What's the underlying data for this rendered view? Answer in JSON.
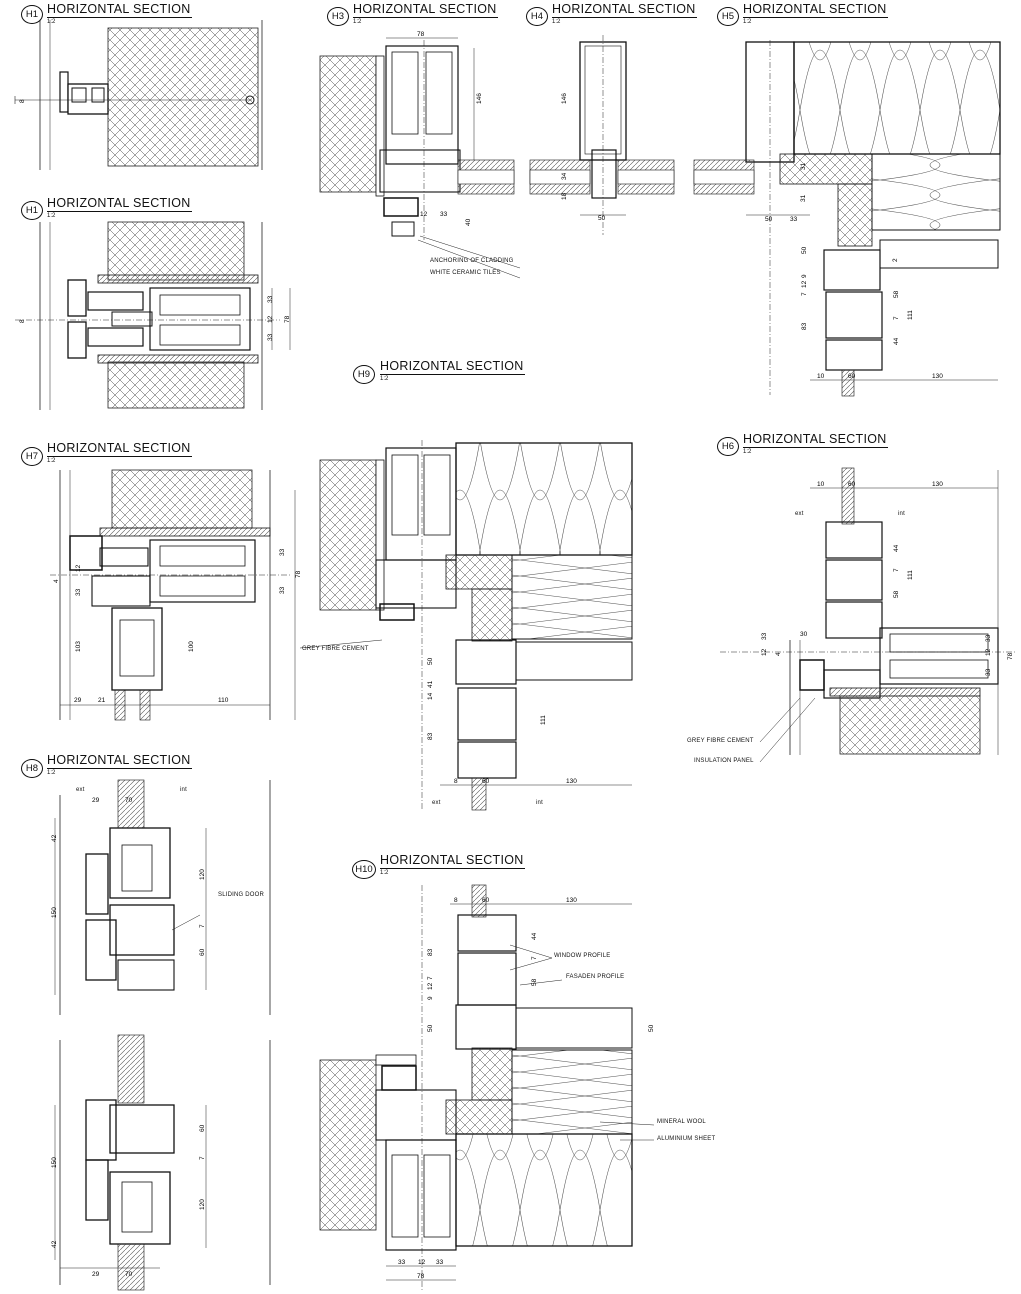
{
  "sections": [
    {
      "key": "h1a",
      "id": "H1",
      "title": "HORIZONTAL SECTION",
      "scale": "1:2"
    },
    {
      "key": "h1b",
      "id": "H1",
      "title": "HORIZONTAL SECTION",
      "scale": "1:2"
    },
    {
      "key": "h3",
      "id": "H3",
      "title": "HORIZONTAL SECTION",
      "scale": "1:2"
    },
    {
      "key": "h4",
      "id": "H4",
      "title": "HORIZONTAL SECTION",
      "scale": "1:2"
    },
    {
      "key": "h5",
      "id": "H5",
      "title": "HORIZONTAL SECTION",
      "scale": "1:2"
    },
    {
      "key": "h9",
      "id": "H9",
      "title": "HORIZONTAL SECTION",
      "scale": "1:2"
    },
    {
      "key": "h7",
      "id": "H7",
      "title": "HORIZONTAL SECTION",
      "scale": "1:2"
    },
    {
      "key": "h6",
      "id": "H6",
      "title": "HORIZONTAL SECTION",
      "scale": "1:2"
    },
    {
      "key": "h8",
      "id": "H8",
      "title": "HORIZONTAL SECTION",
      "scale": "1:2"
    },
    {
      "key": "h10",
      "id": "H10",
      "title": "HORIZONTAL SECTION",
      "scale": "1:2"
    }
  ],
  "notes": {
    "anchoring": "ANCHORING OF CLADDING",
    "tiles": "WHITE CERAMIC TILES",
    "grey_h9": "GREY FIBRE CEMENT",
    "grey_h6": "GREY FIBRE CEMENT",
    "insulation": "INSULATION PANEL",
    "sliding": "SLIDING DOOR",
    "window_profile": "WINDOW PROFILE",
    "fasaden_profile": "FASADEN PROFILE",
    "mineral_wool": "MINERAL WOOL",
    "aluminium_sheet": "ALUMINIUM SHEET",
    "ext_h9": "ext",
    "int_h9": "int",
    "ext_h6": "ext",
    "int_h6": "int",
    "ext_h8": "ext",
    "int_h8": "int"
  },
  "dims": {
    "h1_8": "8",
    "h1b_33a": "33",
    "h1b_12": "12",
    "h1b_33b": "33",
    "h1b_78": "78",
    "h1b_8": "8",
    "h3_78": "78",
    "h3_146": "146",
    "h3_12": "12",
    "h3_33": "33",
    "h3_40": "40",
    "h4_146": "146",
    "h4_34": "34",
    "h4_18": "18",
    "h4_50": "50",
    "h5_50": "50",
    "h5_33": "33",
    "h5_31a": "31",
    "h5_31b": "31",
    "h5_50v": "50",
    "h5_2": "2",
    "h5_9": "9",
    "h5_12": "12",
    "h5_7": "7",
    "h5_58": "58",
    "h5_83": "83",
    "h5_111": "111",
    "h5_7b": "7",
    "h5_44": "44",
    "h5_10": "10",
    "h5_60": "60",
    "h5_130": "130",
    "h7_12": "12",
    "h7_4": "4",
    "h7_33a": "33",
    "h7_33b": "33",
    "h7_78": "78",
    "h7_33c": "33",
    "h7_100": "100",
    "h7_103": "103",
    "h7_29": "29",
    "h7_21": "21",
    "h7_110": "110",
    "h9_50": "50",
    "h9_14": "14",
    "h9_41": "41",
    "h9_83": "83",
    "h9_111": "111",
    "h9_8": "8",
    "h9_60": "60",
    "h9_130": "130",
    "h6_10": "10",
    "h6_60": "60",
    "h6_130": "130",
    "h6_44": "44",
    "h6_7": "7",
    "h6_111": "111",
    "h6_58": "58",
    "h6_33a": "33",
    "h6_30": "30",
    "h6_12a": "12",
    "h6_4": "4",
    "h6_12b": "12",
    "h6_33b": "33",
    "h6_33c": "33",
    "h6_78": "78",
    "h8_29": "29",
    "h8_70": "70",
    "h8_42": "42",
    "h8_120": "120",
    "h8_150": "150",
    "h8_7": "7",
    "h8_60": "60",
    "h8b_60": "60",
    "h8b_7": "7",
    "h8b_150": "150",
    "h8b_120": "120",
    "h8b_42": "42",
    "h8b_29": "29",
    "h8b_70": "70",
    "h10_8": "8",
    "h10_60": "60",
    "h10_130": "130",
    "h10_83": "83",
    "h10_44": "44",
    "h10_7": "7",
    "h10_58": "58",
    "h10_9": "9",
    "h10_12": "12",
    "h10_7b": "7",
    "h10_50a": "50",
    "h10_50b": "50",
    "h10_33a": "33",
    "h10_12b": "12",
    "h10_33b": "33",
    "h10_78": "78"
  }
}
